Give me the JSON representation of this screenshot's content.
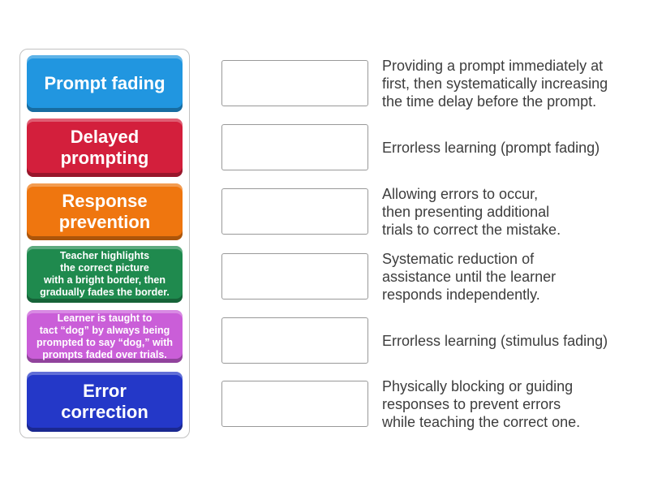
{
  "activity": {
    "type_label": "match-up-exercise",
    "background_color": "#ffffff",
    "tray_border_color": "#c2c2c2",
    "slot_border_color": "#999999",
    "text_color": "#3d3d3d"
  },
  "tiles": [
    {
      "label": "Prompt fading",
      "color": "#2196e0"
    },
    {
      "label": "Delayed\nprompting",
      "color": "#d31f3c"
    },
    {
      "label": "Response\nprevention",
      "color": "#ef760f"
    },
    {
      "label": "Teacher highlights\nthe correct picture\nwith a bright border, then\ngradually fades the border.",
      "color": "#1f8a4e"
    },
    {
      "label": "Learner is taught to\ntact “dog” by always being\nprompted to say “dog,” with\nprompts faded over trials.",
      "color": "#ca5ed8"
    },
    {
      "label": "Error\ncorrection",
      "color": "#2438c8"
    }
  ],
  "descriptions": [
    {
      "text": "Providing a prompt immediately at\nfirst, then systematically increasing\nthe time delay before the prompt."
    },
    {
      "text": "Errorless learning (prompt fading)"
    },
    {
      "text": "Allowing errors to occur,\nthen presenting additional\ntrials to correct the mistake."
    },
    {
      "text": "Systematic reduction of\nassistance until the learner\nresponds independently."
    },
    {
      "text": "Errorless learning (stimulus fading)"
    },
    {
      "text": "Physically blocking or guiding\nresponses to prevent errors\nwhile teaching the correct one."
    }
  ]
}
